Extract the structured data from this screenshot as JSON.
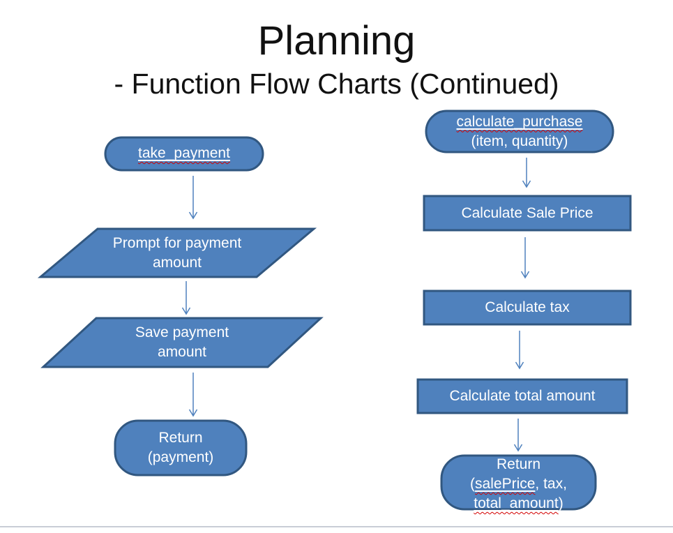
{
  "title": "Planning",
  "subtitle": "- Function Flow Charts (Continued)",
  "colors": {
    "shape_fill": "#4f81bd",
    "shape_border": "#315780",
    "arrow": "#4f81bd",
    "shape_text": "#ffffff",
    "spellcheck_underline": "#d40000",
    "title_text": "#111111",
    "footer_divider": "#c9cdd6"
  },
  "left_flow": {
    "start_label": "take_payment",
    "io1_line1": "Prompt for payment",
    "io1_line2": "amount",
    "io2_line1": "Save payment",
    "io2_line2": "amount",
    "end_line1": "Return",
    "end_line2": "(payment)"
  },
  "right_flow": {
    "start_word": "calculate_purchase",
    "start_line2": "(item, quantity)",
    "process1": "Calculate Sale Price",
    "process2": "Calculate tax",
    "process3": "Calculate total amount",
    "end_line1": "Return",
    "end_open": "(",
    "end_word_sale": "salePrice",
    "end_rest": ", tax,",
    "end_word_total": "total_amount",
    "end_close": ")"
  },
  "diagram": {
    "left_sequence": [
      "take_payment",
      "Prompt for payment amount",
      "Save payment amount",
      "Return (payment)"
    ],
    "right_sequence": [
      "calculate_purchase (item, quantity)",
      "Calculate Sale Price",
      "Calculate tax",
      "Calculate total amount",
      "Return (salePrice, tax, total_amount)"
    ]
  }
}
